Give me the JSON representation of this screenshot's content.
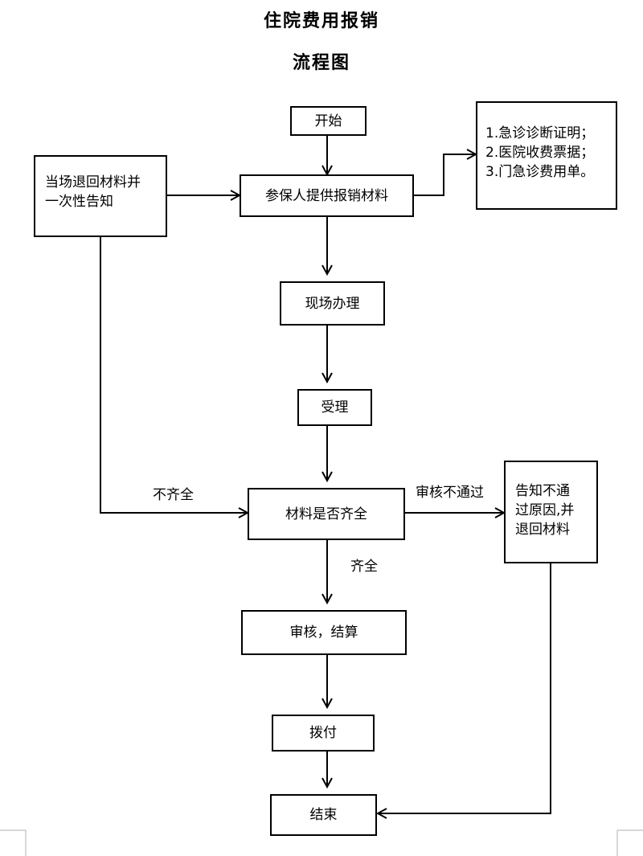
{
  "title": {
    "line1": "住院费用报销",
    "line2": "流程图"
  },
  "nodes": {
    "start": "开始",
    "submit": "参保人提供报销材料",
    "materials_list": [
      "1.急诊诊断证明；",
      "2.医院收费票据；",
      "3.门急诊费用单。"
    ],
    "return_notice": [
      "当场退回材料并",
      "一次性告知"
    ],
    "onsite": "现场办理",
    "accept": "受理",
    "check": "材料是否齐全",
    "reject_notice": [
      "告知不通",
      "过原因,并",
      "退回材料"
    ],
    "audit": "审核，结算",
    "pay": "拨付",
    "end": "结束"
  },
  "edge_labels": {
    "incomplete": "不齐全",
    "audit_fail": "审核不通过",
    "complete": "齐全"
  }
}
